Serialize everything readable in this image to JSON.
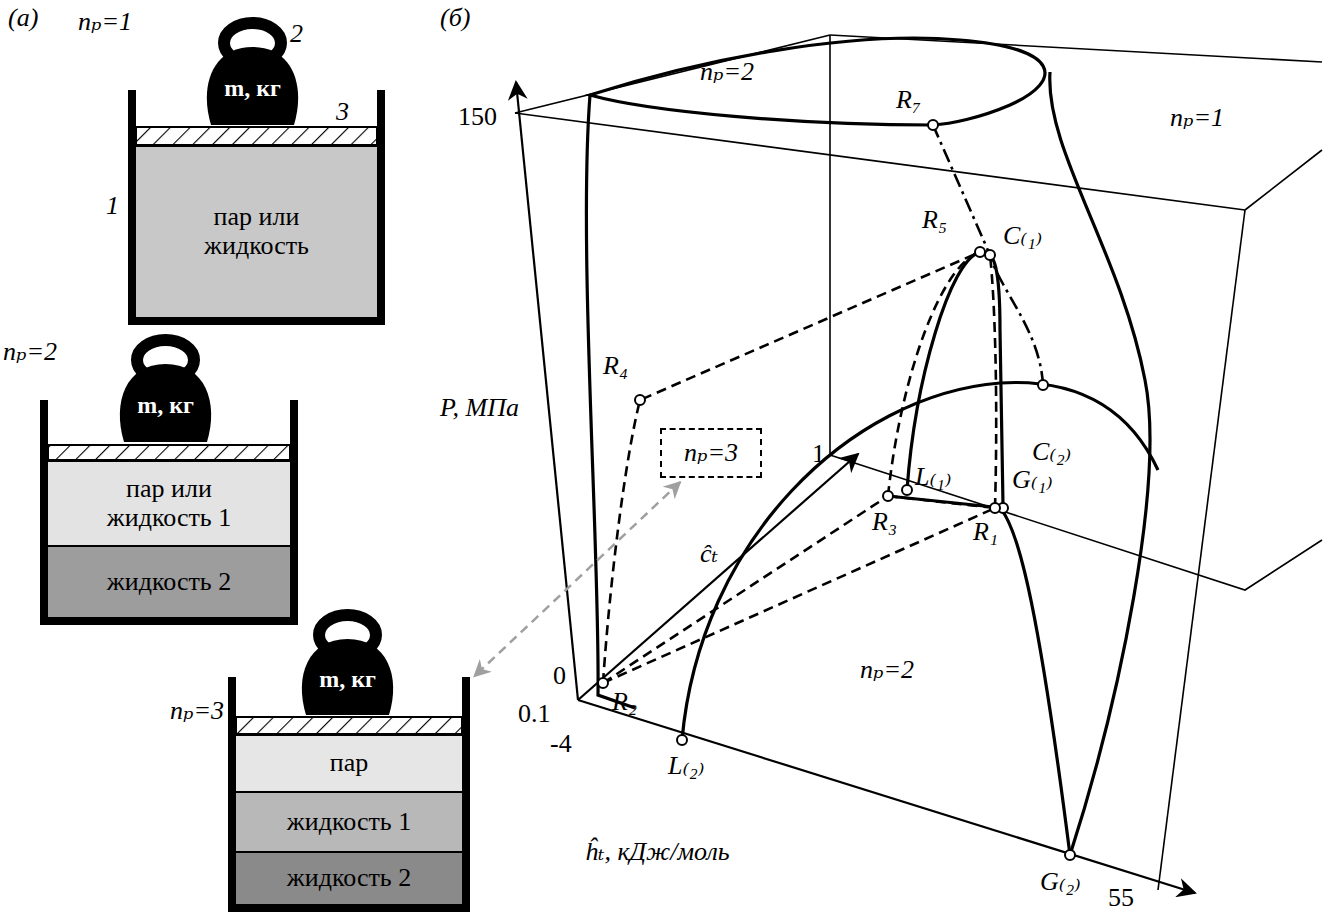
{
  "diagram": {
    "nodes": [
      {
        "text": [
          "m, кг"
        ]
      },
      {
        "text": [
          "nₚ=1"
        ]
      },
      {
        "text": [
          "пар или жидкость"
        ],
        "in": 1
      },
      {
        "text": [
          "m, кг"
        ]
      },
      {
        "text": [
          "nₚ=2"
        ]
      },
      {
        "text": [
          "пар или жидкость 1"
        ],
        "in": 4
      },
      {
        "text": [
          "жидкость 2"
        ],
        "in": 4
      },
      {
        "text": [
          "m, кг"
        ]
      },
      {
        "text": [
          "nₚ=3"
        ]
      },
      {
        "text": [
          "пар"
        ],
        "in": 8
      },
      {
        "text": [
          "жидкость 1"
        ],
        "in": 8
      },
      {
        "text": [
          "жидкость 2"
        ],
        "in": 8
      },
      {
        "text": [
          "nₚ=3"
        ]
      }
    ],
    "edges": [
      {
        "from": 12,
        "to": 8,
        "arrow": "both"
      }
    ],
    "labels": [
      "(а)",
      "1",
      "2",
      "3",
      "(б)",
      "150",
      "nₚ=2",
      "R₇",
      "nₚ=1",
      "R₅",
      "C₍₁₎",
      "R₄",
      "P, МПа",
      "1",
      "L₍₁₎",
      "G₍₁₎",
      "C₍₂₎",
      "R₃",
      "R₁",
      "ĉₜ",
      "0",
      "nₚ=2",
      "R₂",
      "0.1",
      "-4",
      "L₍₂₎",
      "ĥₜ, кДж/моль",
      "G₍₂₎",
      "55"
    ]
  }
}
